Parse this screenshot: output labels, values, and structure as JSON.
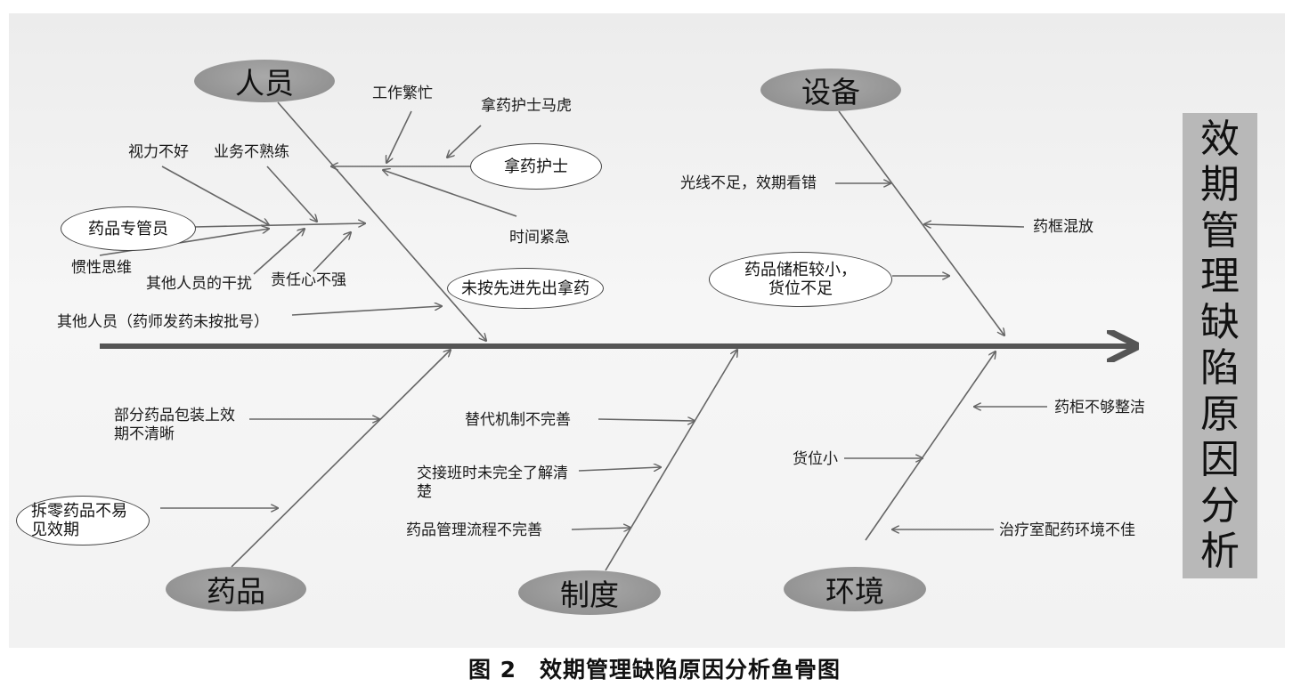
{
  "head": "效期管理缺陷原因分析",
  "caption": "图 2　效期管理缺陷原因分析鱼骨图",
  "categories": {
    "people": "人员",
    "equipment": "设备",
    "drugs": "药品",
    "system": "制度",
    "environment": "环境"
  },
  "people": {
    "sub_nurse": "拿药护士",
    "work_busy": "工作繁忙",
    "nurse_careless": "拿药护士马虎",
    "time_urgent": "时间紧急",
    "sub_fifo": "未按先进先出拿药",
    "sub_keeper": "药品专管员",
    "poor_vision": "视力不好",
    "unfamiliar": "业务不熟练",
    "inertia": "惯性思维",
    "others_interfere": "其他人员的干扰",
    "low_responsibility": "责任心不强",
    "others_pharmacist": "其他人员（药师发药未按批号）"
  },
  "equipment": {
    "light": "光线不足，效期看错",
    "mixed_boxes": "药框混放",
    "sub_cabinet": "药品储柜较小，货位不足"
  },
  "drugs": {
    "packaging": "部分药品包装上效期不清晰",
    "sub_split": "拆零药品不易见效期"
  },
  "system": {
    "substitute": "替代机制不完善",
    "handover": "交接班时未完全了解清楚",
    "process": "药品管理流程不完善"
  },
  "environment": {
    "cabinet_clean": "药柜不够整洁",
    "small_slot": "货位小",
    "treatment_room": "治疗室配药环境不佳"
  },
  "colors": {
    "spine": "#555555",
    "bone": "#666666",
    "category_fill": "#9a9a9a",
    "head_fill": "#b8b8b8"
  }
}
